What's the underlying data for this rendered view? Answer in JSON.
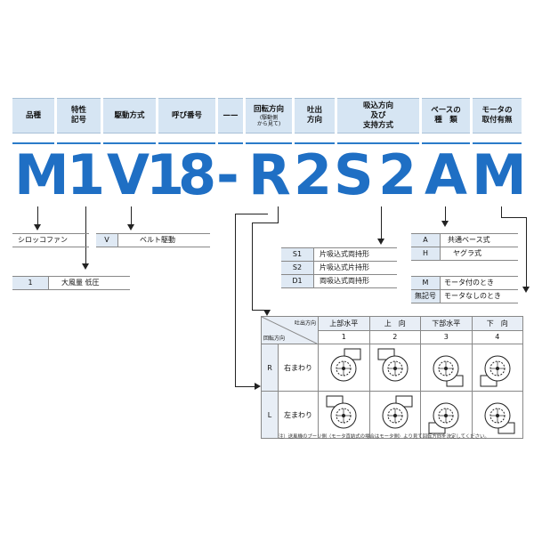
{
  "headers": [
    {
      "label": "品種"
    },
    {
      "label": "特性\n記号"
    },
    {
      "label": "駆動方式"
    },
    {
      "label": "呼び番号"
    },
    {
      "label": "——"
    },
    {
      "label": "回転方向",
      "sub": "(駆動側\nから見て)"
    },
    {
      "label": "吐出\n方向"
    },
    {
      "label": "吸込方向\n及び\n支持方式"
    },
    {
      "label": "ベースの\n種　類"
    },
    {
      "label": "モータの\n取付有無"
    }
  ],
  "model_code": {
    "chars": [
      "M",
      "1",
      "V",
      "1",
      "8",
      "-",
      "R",
      "2",
      "S",
      "2",
      "A",
      "M"
    ]
  },
  "options": {
    "series": {
      "code": "",
      "value": "シロッコファン"
    },
    "characteristic": {
      "code": "1",
      "value": "大風量 低圧"
    },
    "drive": {
      "code": "V",
      "value": "ベルト駆動"
    },
    "suction": [
      {
        "code": "S1",
        "value": "片吸込式両持形"
      },
      {
        "code": "S2",
        "value": "片吸込式片持形"
      },
      {
        "code": "D1",
        "value": "両吸込式両持形"
      }
    ],
    "base": [
      {
        "code": "A",
        "value": "共通ベース式"
      },
      {
        "code": "H",
        "value": "ヤグラ式"
      }
    ],
    "motor": [
      {
        "code": "M",
        "value": "モータ付のとき"
      },
      {
        "code": "無記号",
        "value": "モータなしのとき"
      }
    ]
  },
  "rotation_table": {
    "corner_top": "吐出方向",
    "corner_bottom": "回転方向",
    "directions": [
      {
        "label": "上部水平",
        "num": "1"
      },
      {
        "label": "上　向",
        "num": "2"
      },
      {
        "label": "下部水平",
        "num": "3"
      },
      {
        "label": "下　向",
        "num": "4"
      }
    ],
    "rows": [
      {
        "code": "R",
        "label": "右まわり"
      },
      {
        "code": "L",
        "label": "左まわり"
      }
    ],
    "note": "注）送風機のプーリ側（モータ直結式の場合はモータ側）より見て回転方向を決定してください。"
  },
  "colors": {
    "accent": "#1f6fc4",
    "header_bg": "#d6e5f3",
    "cell_bg": "#dfe9f4"
  }
}
